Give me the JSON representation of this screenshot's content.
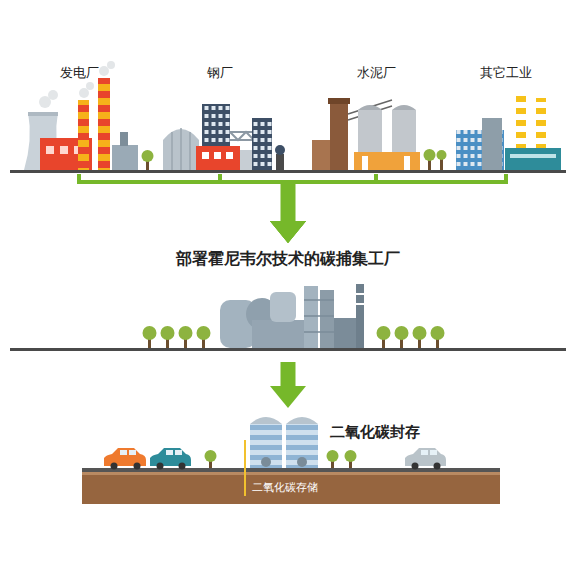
{
  "diagram": {
    "nodes": [
      {
        "text": [
          "发电厂"
        ]
      },
      {
        "text": [
          "钢厂"
        ]
      },
      {
        "text": [
          "水泥厂"
        ]
      },
      {
        "text": [
          "其它工业"
        ]
      },
      {
        "text": [
          "部署霍尼韦尔技术的碳捕集工厂"
        ]
      },
      {
        "text": [
          "二氧化碳封存"
        ]
      }
    ],
    "edges": [
      {
        "from": 0,
        "to": 4,
        "arrow": "to"
      },
      {
        "from": 1,
        "to": 4,
        "arrow": "to"
      },
      {
        "from": 2,
        "to": 4,
        "arrow": "to"
      },
      {
        "from": 3,
        "to": 4,
        "arrow": "to"
      },
      {
        "from": 4,
        "to": 5,
        "arrow": "to"
      }
    ],
    "labels": [
      "二氧化碳存储"
    ]
  }
}
